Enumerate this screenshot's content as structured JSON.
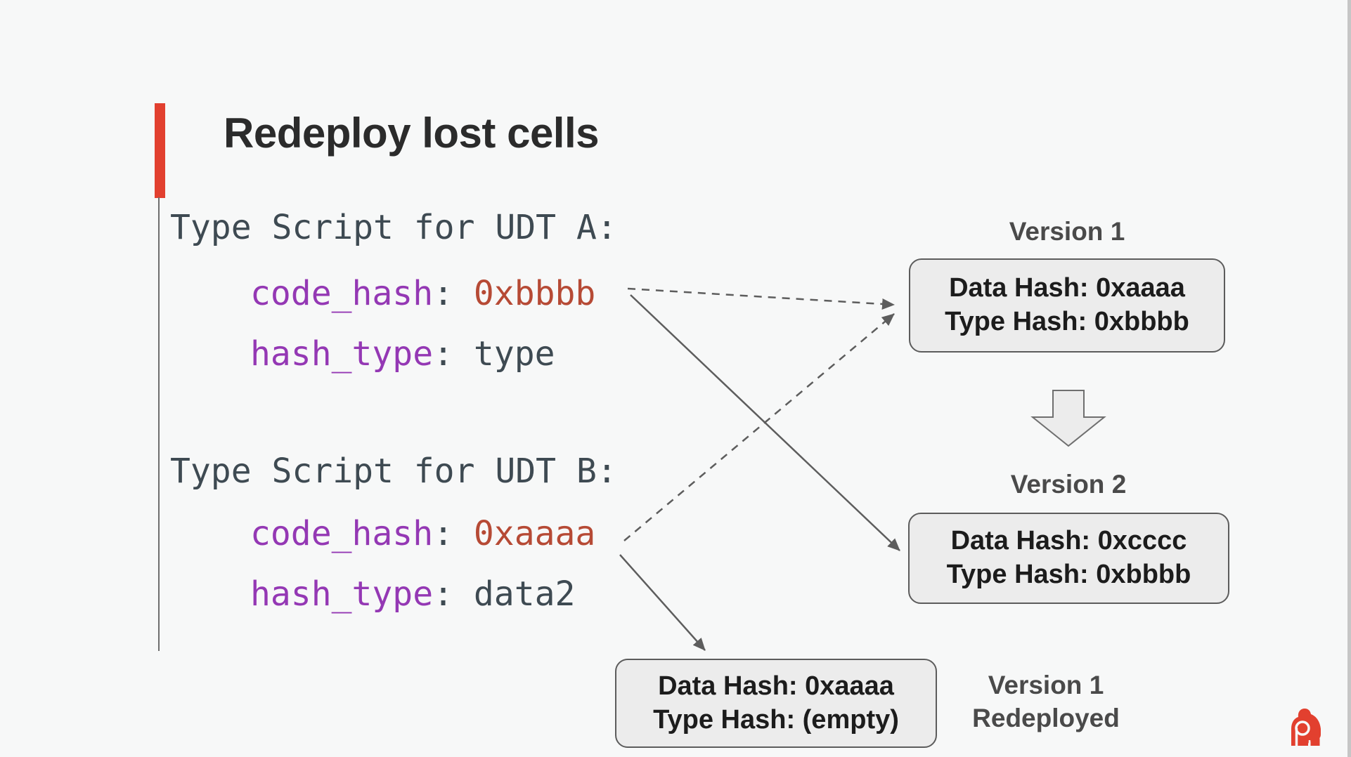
{
  "title": "Redeploy lost cells",
  "code": {
    "block_a": {
      "header": "Type Script for UDT A:",
      "line1_key": "code_hash",
      "line1_sep": ": ",
      "line1_value": "0xbbbb",
      "line2_key": "hash_type",
      "line2_sep": ": ",
      "line2_value": "type"
    },
    "block_b": {
      "header": "Type Script for UDT B:",
      "line1_key": "code_hash",
      "line1_sep": ": ",
      "line1_value": "0xaaaa",
      "line2_key": "hash_type",
      "line2_sep": ": ",
      "line2_value": "data2"
    }
  },
  "boxes": {
    "version1": {
      "label": "Version 1",
      "line1": "Data Hash: 0xaaaa",
      "line2": "Type Hash: 0xbbbb"
    },
    "version2": {
      "label": "Version 2",
      "line1": "Data Hash: 0xcccc",
      "line2": "Type Hash: 0xbbbb"
    },
    "redeployed": {
      "label_line1": "Version 1",
      "label_line2": "Redeployed",
      "line1": "Data Hash: 0xaaaa",
      "line2": "Type Hash: (empty)"
    }
  },
  "icons": {
    "down_arrow": "down-block-arrow",
    "logo": "gorilla-logo"
  },
  "colors": {
    "background": "#f7f8f8",
    "accent_red": "#e2402f",
    "title_color": "#2b2b2b",
    "code_default": "#3e4a52",
    "code_key_purple": "#9438b4",
    "code_value_red": "#b64a35",
    "box_fill": "#ececec",
    "box_border": "#5c5c5c",
    "box_text": "#1c1c1c",
    "label_color": "#4a4a4a",
    "arrow_gray": "#5d5d5d",
    "guide_line": "#6e6e6e",
    "edge_strip": "#c6c6c6"
  }
}
